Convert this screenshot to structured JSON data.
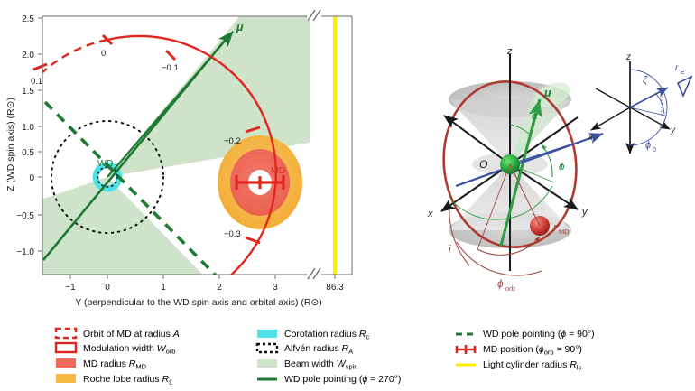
{
  "figure": {
    "panels": [
      "left-geometry-plot",
      "right-3d-schematic"
    ]
  },
  "left_plot": {
    "xlabel": "Y (perpendicular to the WD spin axis and orbital axis) (R⊙)",
    "ylabel": "Z (WD spin axis) (R⊙)",
    "xticks": [
      "−1",
      "0",
      "1",
      "2",
      "3",
      "86.3"
    ],
    "yticks": [
      "2.5",
      "2.0",
      "1.5",
      "1.0",
      "0.5",
      "0",
      "−0.5",
      "−1.0"
    ],
    "axis_break": true,
    "annotations": {
      "wd": "WD",
      "md": "MD",
      "mu": "μ"
    },
    "orbit_phase_labels": [
      "0.1",
      "0",
      "−0.1",
      "−0.2",
      "−0.3"
    ]
  },
  "diagram": {
    "origin_label": "O",
    "axis_x_lower": "x",
    "axis_x_upper": "x",
    "axis_y": "y",
    "axis_z": "z",
    "mu_label": "μ",
    "alpha_label": "α",
    "phi_label": "ϕ",
    "inclination_label": "i",
    "r_md_label": "r",
    "r_md_sub": "MD",
    "phi_orb_label": "ϕ",
    "phi_orb_sub": "orb"
  },
  "inset": {
    "axis_z": "z",
    "axis_y": "y",
    "axis_x": "x",
    "zeta_label": "ζ",
    "phi0_label": "ϕ",
    "phi0_sub": "0",
    "re_label": "r",
    "re_sub": "E"
  },
  "legend": {
    "col1": [
      {
        "label_pre": "Orbit of MD at radius ",
        "label_it": "A",
        "label_sub": "",
        "swatch": "dashed-red-rect"
      },
      {
        "label_pre": "Modulation width ",
        "label_it": "W",
        "label_sub": "orb",
        "swatch": "open-red-rect"
      },
      {
        "label_pre": "MD radius ",
        "label_it": "R",
        "label_sub": "MD",
        "swatch": "solid-red-fill"
      },
      {
        "label_pre": "Roche lobe radius ",
        "label_it": "R",
        "label_sub": "L",
        "swatch": "solid-orange-fill"
      }
    ],
    "col2": [
      {
        "label_pre": "Corotation radius ",
        "label_it": "R",
        "label_sub": "c",
        "swatch": "solid-cyan-fill"
      },
      {
        "label_pre": "Alfvén radius ",
        "label_it": "R",
        "label_sub": "A",
        "swatch": "dotted-black-rect"
      },
      {
        "label_pre": "Beam width ",
        "label_it": "W",
        "label_sub": "spin",
        "swatch": "solid-green-fill"
      },
      {
        "label_pre": "WD pole pointing (",
        "label_it": "ϕ",
        "label_sub": "",
        "label_post": " = 270°)",
        "swatch": "solid-green-line"
      }
    ],
    "col3": [
      {
        "label_pre": "WD pole pointing (",
        "label_it": "ϕ",
        "label_sub": "",
        "label_post": " = 90°)",
        "swatch": "dashed-green-line"
      },
      {
        "label_pre": "MD position (",
        "label_it": "ϕ",
        "label_sub": "orb",
        "label_post": " = 90°)",
        "swatch": "red-errorbar"
      },
      {
        "label_pre": "Light cylinder radius ",
        "label_it": "R",
        "label_sub": "lc",
        "swatch": "solid-yellow-line"
      }
    ]
  },
  "colors": {
    "red": "#e0271f",
    "dark_red": "#c0392b",
    "orange": "#f5b942",
    "salmon": "#ef6a5a",
    "cyan": "#4fe3e8",
    "green": "#1e7a32",
    "beam_green": "#cfe3cb",
    "yellow": "#ffee00",
    "blue": "#3b4fa0",
    "black": "#1a1a1a",
    "grey": "#b8b8b8"
  }
}
